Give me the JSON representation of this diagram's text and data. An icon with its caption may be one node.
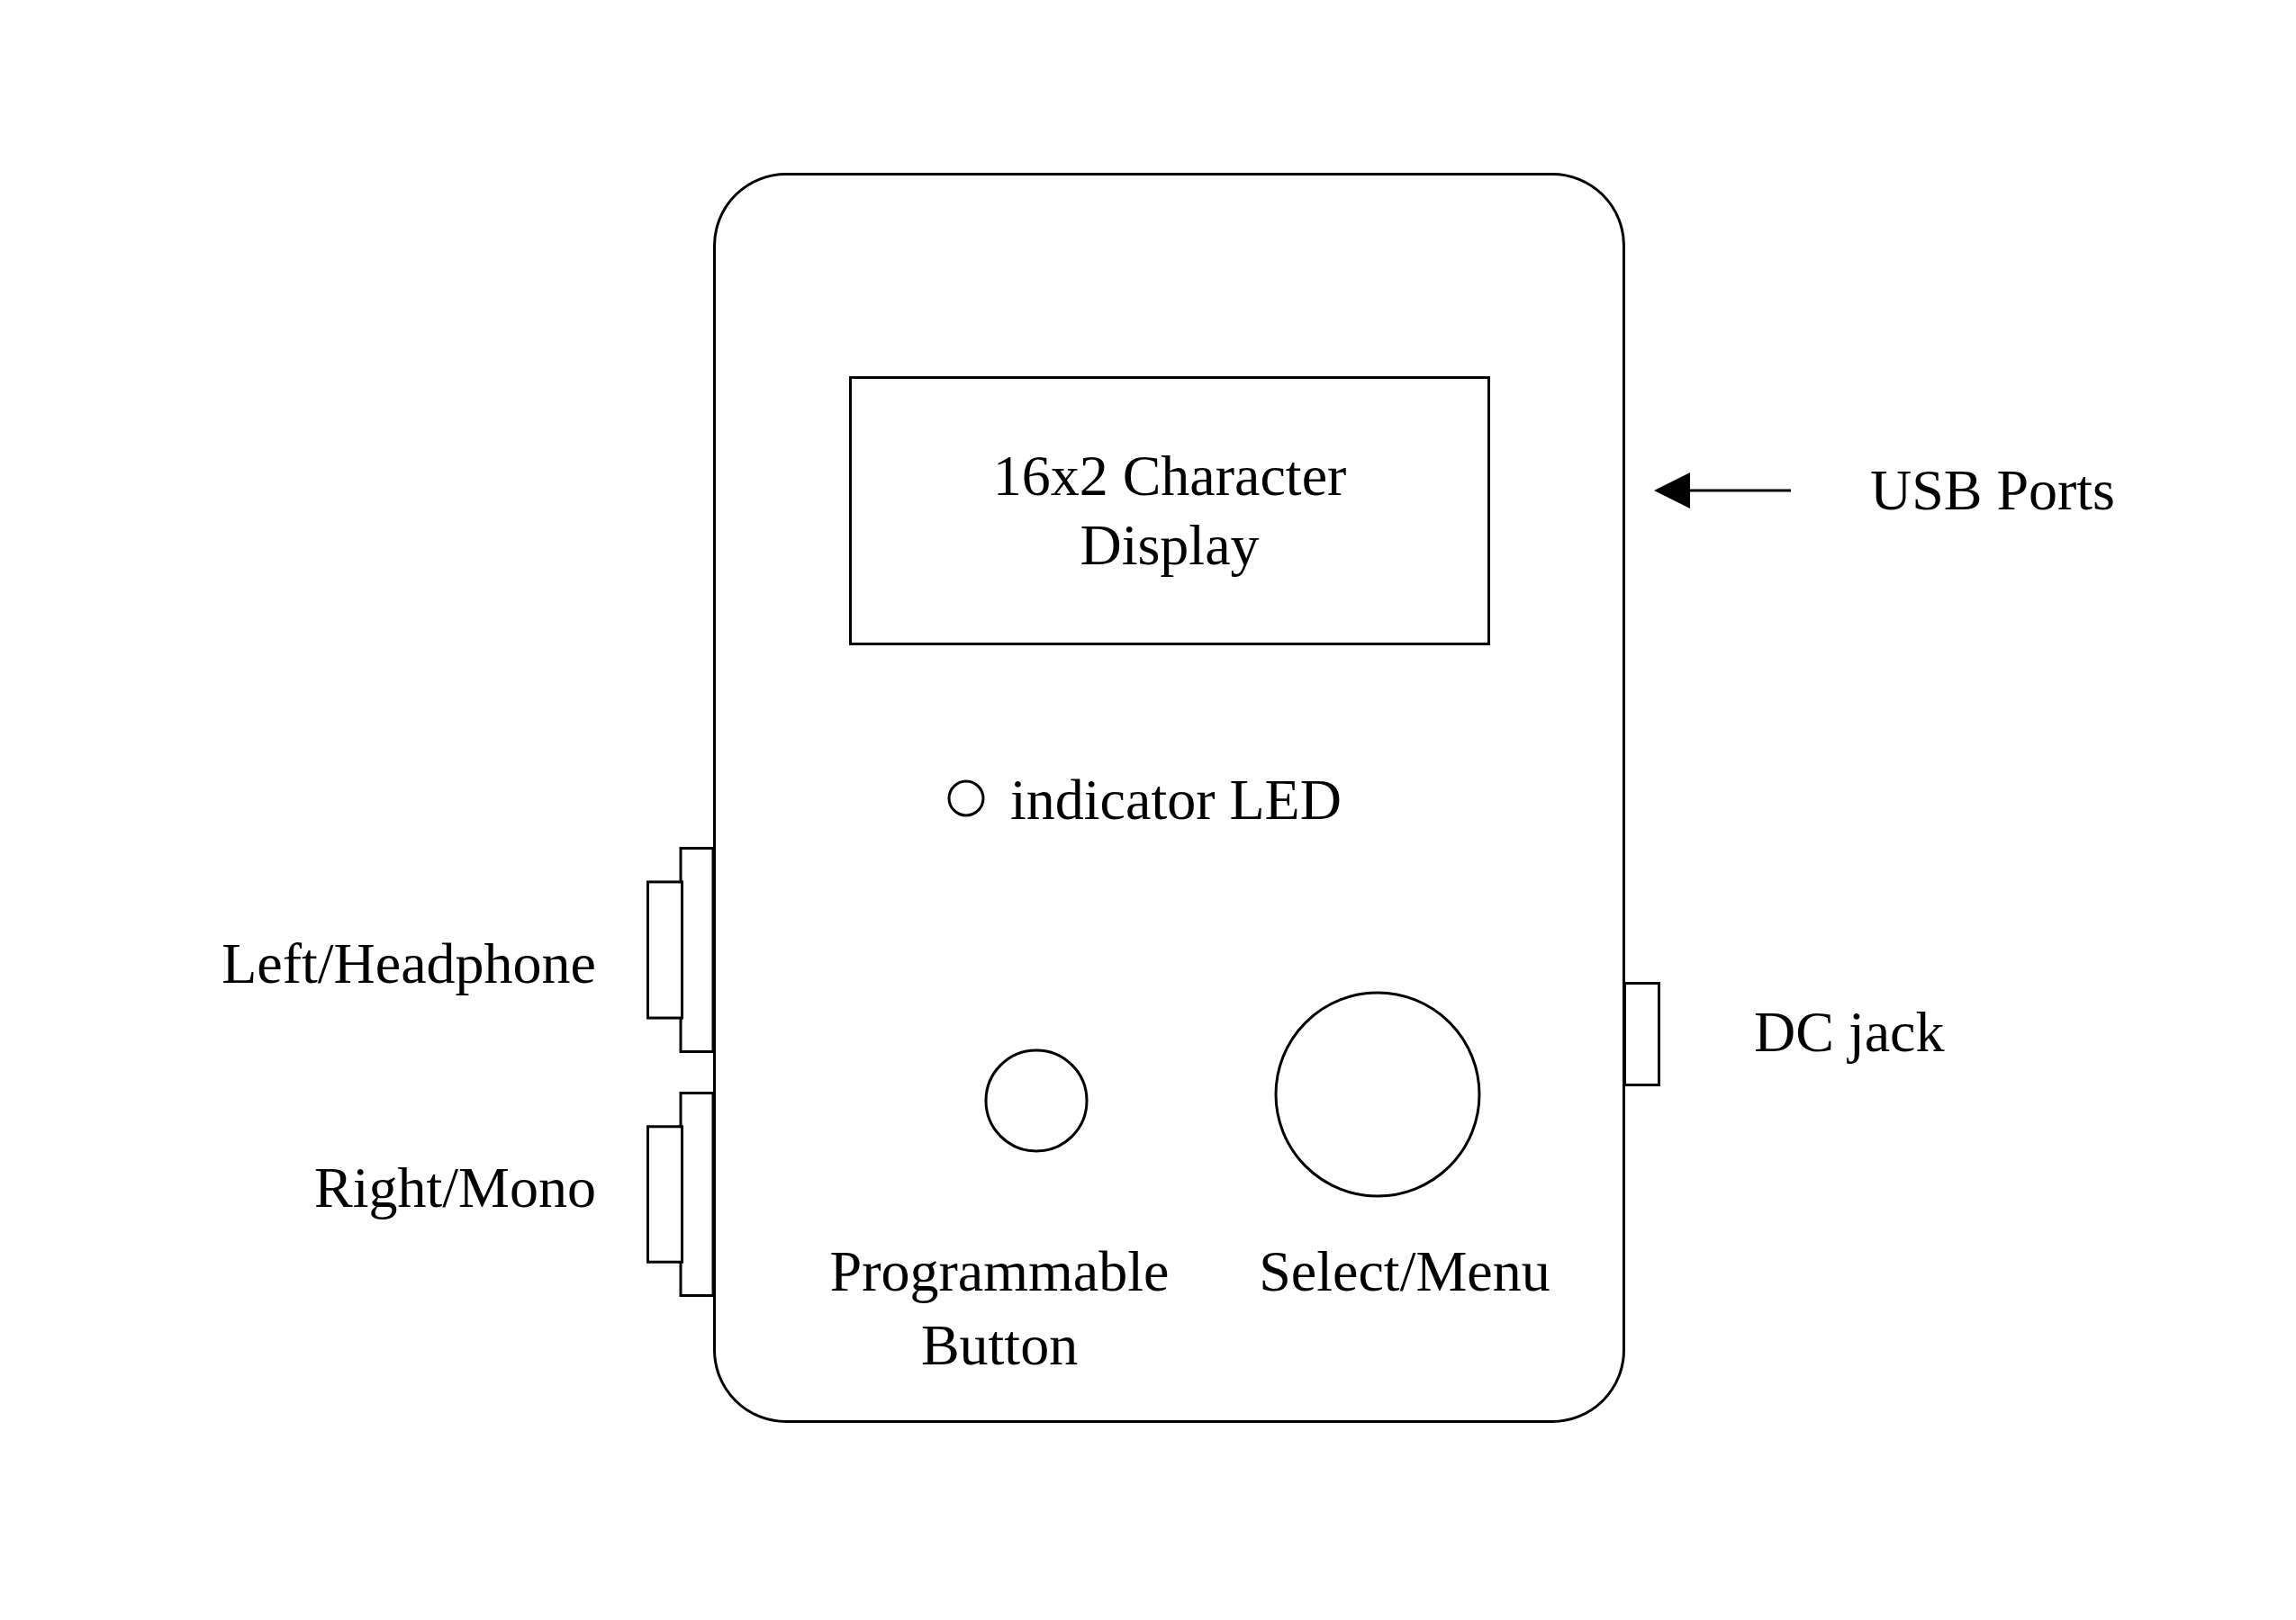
{
  "diagram": {
    "nodes": [
      {
        "text": [],
        "shape": "box"
      },
      {
        "text": [
          "16x2 Character Display"
        ],
        "in": 0
      },
      {
        "text": [],
        "shape": "circle",
        "in": 0,
        "beside": [
          "indicator LED"
        ]
      },
      {
        "text": [],
        "shape": "circle",
        "in": 0,
        "beside": [
          "Programmable Button"
        ]
      },
      {
        "text": [],
        "shape": "circle",
        "in": 0,
        "beside": [
          "Select/Menu"
        ]
      },
      {
        "text": [],
        "shape": "box",
        "beside": [
          "Left/Headphone"
        ]
      },
      {
        "text": [],
        "shape": "box",
        "beside": [
          "Right/Mono"
        ]
      },
      {
        "text": [],
        "shape": "box",
        "beside": [
          "DC jack"
        ]
      },
      {
        "text": [
          "USB Ports"
        ]
      }
    ],
    "edges": [
      {
        "from": 8,
        "to": 0,
        "arrow": "to"
      }
    ]
  }
}
